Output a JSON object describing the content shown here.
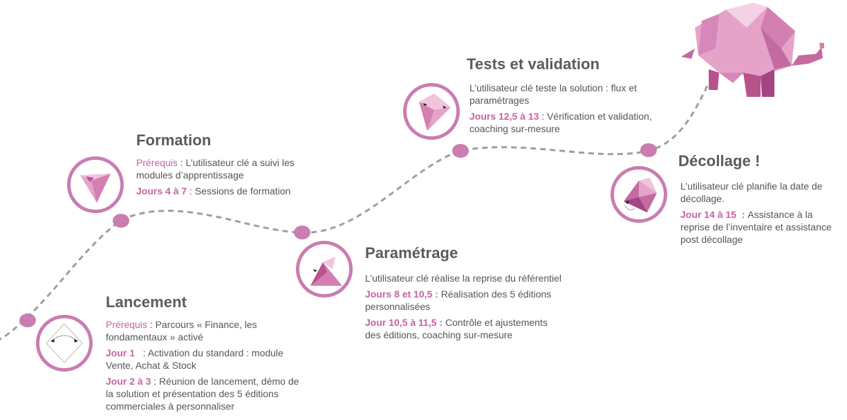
{
  "colors": {
    "accent": "#c97db0",
    "highlight": "#c6639f",
    "text": "#555555",
    "title": "#5a5a5a",
    "path": "#9e9e9e"
  },
  "steps": [
    {
      "title": "Lancement",
      "icon": "origami-fold-icon",
      "lines": [
        {
          "label": "Prérequis",
          "sep": " : ",
          "text": "Parcours « Finance, les fondamentaux » activé",
          "bold": false
        },
        {
          "label": "Jour 1",
          "sep": "   : ",
          "text": "Activation du standard : module Vente, Achat & Stock",
          "bold": true
        },
        {
          "label": "Jour 2 à 3",
          "sep": " : ",
          "text": "Réunion de lancement, démo de la solution et présentation des 5 éditions commerciales à personnaliser",
          "bold": true
        }
      ]
    },
    {
      "title": "Formation",
      "icon": "origami-kite-icon",
      "lines": [
        {
          "label": "Prérequis",
          "sep": " : ",
          "text": "L’utilisateur clé a suivi les modules d’apprentissage",
          "bold": false
        },
        {
          "label": "Jours 4 à 7",
          "sep": " : ",
          "text": "Sessions de formation",
          "bold": true
        }
      ]
    },
    {
      "title": "Paramétrage",
      "icon": "origami-triangle-icon",
      "lines": [
        {
          "label": "",
          "sep": "",
          "text": "L’utilisateur clé réalise la reprise du référentiel",
          "bold": false
        },
        {
          "label": "Jours 8 et 10,5",
          "sep": " : ",
          "text": "Réalisation des 5 éditions personnalisées",
          "bold": true
        },
        {
          "label": "Jour 10,5 à 11,5",
          "sep": " : ",
          "text": "Contrôle et ajustements des éditions, coaching sur-mesure",
          "bold": true
        }
      ]
    },
    {
      "title": "Tests et validation",
      "icon": "origami-cone-icon",
      "lines": [
        {
          "label": "",
          "sep": "",
          "text": "L’utilisateur clé teste la solution : flux et paramétrages",
          "bold": false
        },
        {
          "label": "Jours 12,5 à 13",
          "sep": " : ",
          "text": "Vérification et validation, coaching sur-mesure",
          "bold": true
        }
      ]
    },
    {
      "title": "Décollage !",
      "icon": "origami-gem-icon",
      "lines": [
        {
          "label": "",
          "sep": "",
          "text": "L’utilisateur clé planifie la date de décollage.",
          "bold": false
        },
        {
          "label": "Jour 14 à 15",
          "sep": "  : ",
          "text": "Assistance à la reprise de l’inventaire et assistance post décollage",
          "bold": true
        }
      ]
    }
  ]
}
